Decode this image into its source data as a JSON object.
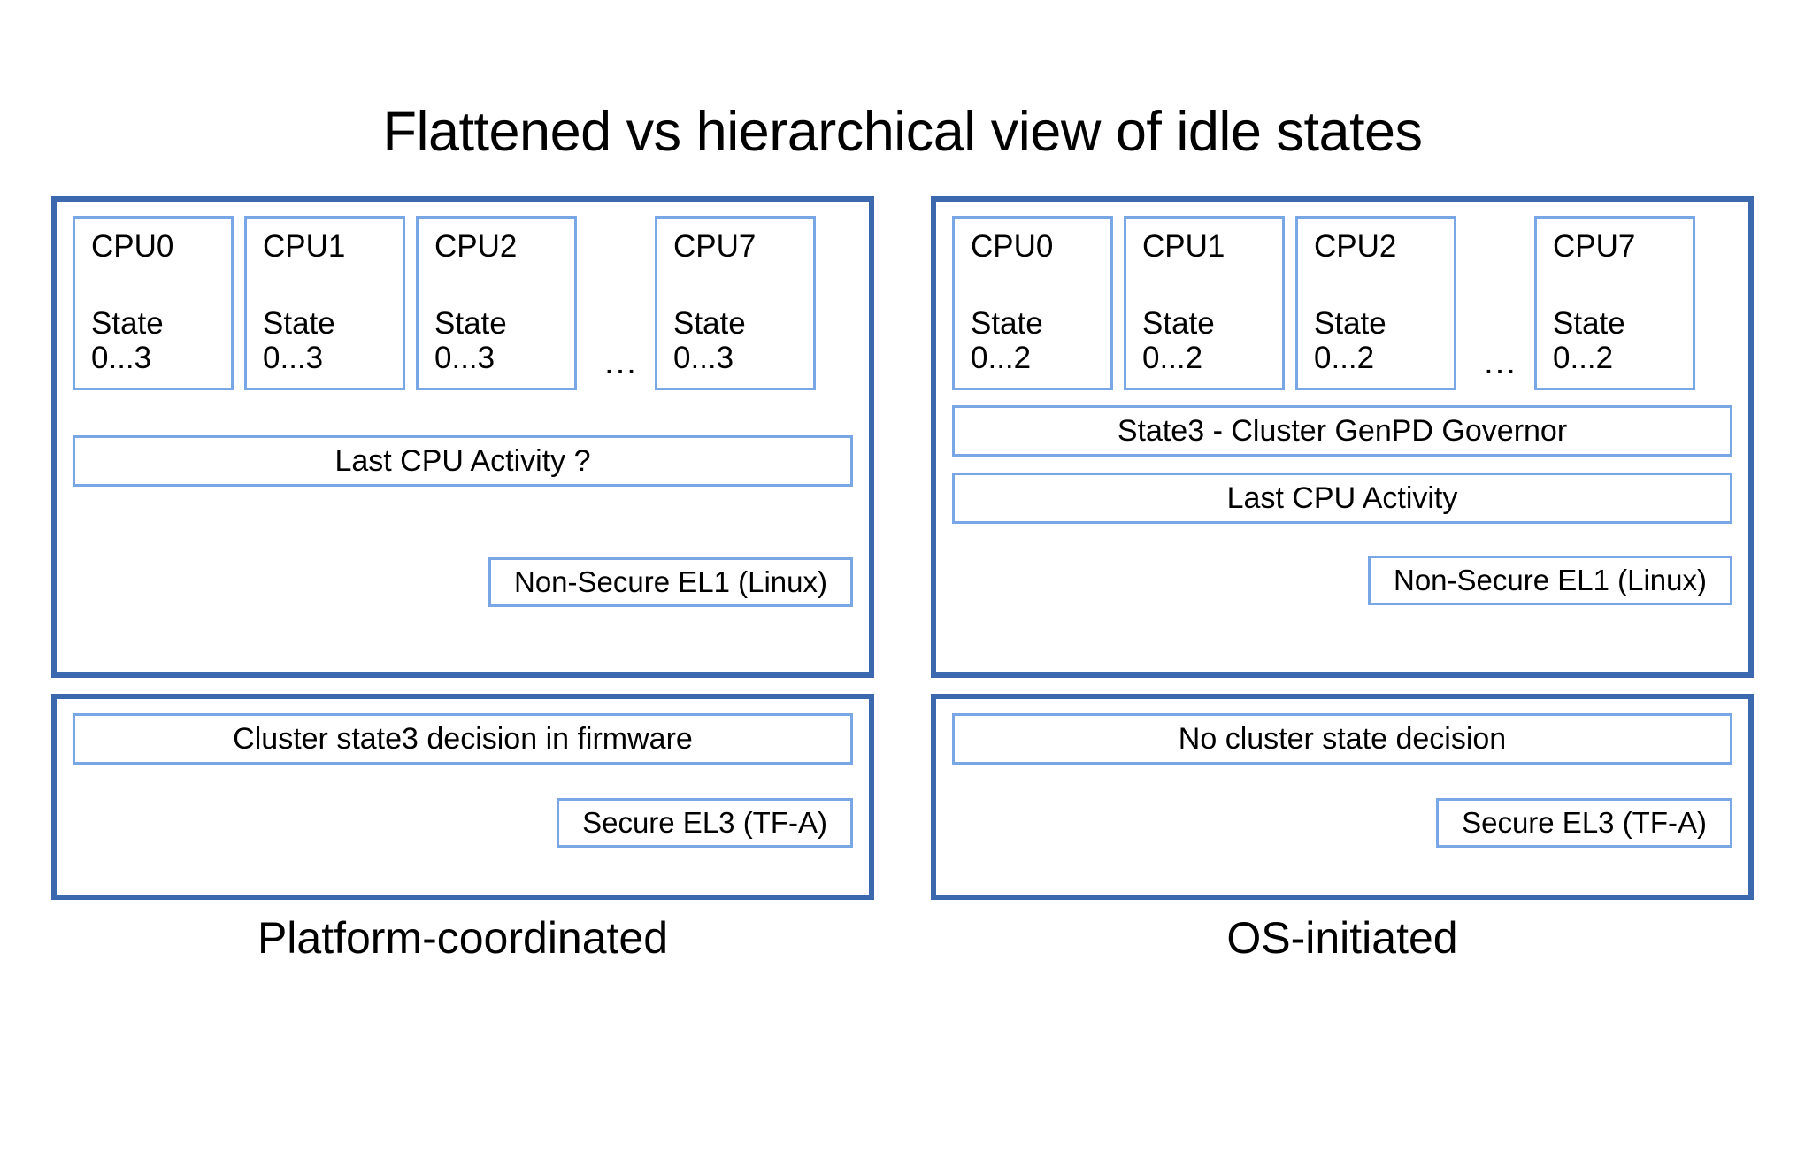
{
  "title": "Flattened vs hierarchical view of idle states",
  "colors": {
    "panel_border": "#3b68ae",
    "inner_border": "#79a7e6",
    "background": "#ffffff",
    "text": "#000000"
  },
  "ellipsis": "...",
  "left_column": {
    "caption": "Platform-coordinated",
    "os_panel": {
      "cpus": [
        {
          "name": "CPU0",
          "state_label": "State",
          "state_range": "0...3"
        },
        {
          "name": "CPU1",
          "state_label": "State",
          "state_range": "0...3"
        },
        {
          "name": "CPU2",
          "state_label": "State",
          "state_range": "0...3"
        },
        {
          "name": "CPU7",
          "state_label": "State",
          "state_range": "0...3"
        }
      ],
      "bars": [
        "Last CPU Activity ?"
      ],
      "exception_level": "Non-Secure EL1 (Linux)"
    },
    "fw_panel": {
      "bars": [
        "Cluster state3 decision in firmware"
      ],
      "exception_level": "Secure EL3 (TF-A)"
    }
  },
  "right_column": {
    "caption": "OS-initiated",
    "os_panel": {
      "cpus": [
        {
          "name": "CPU0",
          "state_label": "State",
          "state_range": "0...2"
        },
        {
          "name": "CPU1",
          "state_label": "State",
          "state_range": "0...2"
        },
        {
          "name": "CPU2",
          "state_label": "State",
          "state_range": "0...2"
        },
        {
          "name": "CPU7",
          "state_label": "State",
          "state_range": "0...2"
        }
      ],
      "bars": [
        "State3 - Cluster GenPD Governor",
        "Last CPU Activity"
      ],
      "exception_level": "Non-Secure EL1 (Linux)"
    },
    "fw_panel": {
      "bars": [
        "No cluster state decision"
      ],
      "exception_level": "Secure EL3 (TF-A)"
    }
  }
}
